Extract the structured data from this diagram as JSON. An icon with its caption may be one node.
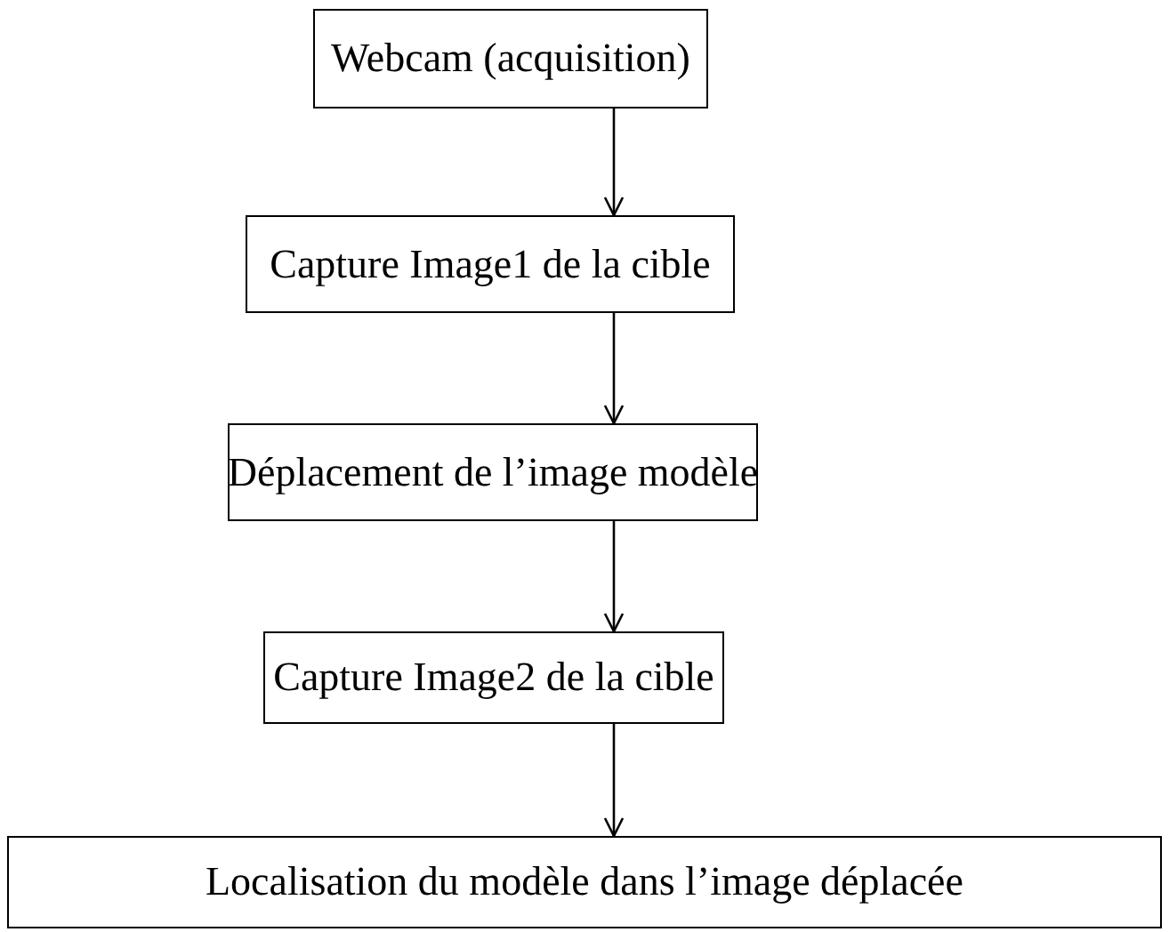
{
  "diagram": {
    "nodes": [
      {
        "text": [
          "Webcam (acquisition)"
        ]
      },
      {
        "text": [
          "Capture Image1 de la cible"
        ]
      },
      {
        "text": [
          "Déplacement de l’image modèle"
        ]
      },
      {
        "text": [
          "Capture Image2 de la cible"
        ]
      },
      {
        "text": [
          "Localisation du modèle dans l’image déplacée"
        ]
      }
    ],
    "edges": [
      {
        "from": 0,
        "to": 1,
        "arrow": "to"
      },
      {
        "from": 1,
        "to": 2,
        "arrow": "to"
      },
      {
        "from": 2,
        "to": 3,
        "arrow": "to"
      },
      {
        "from": 3,
        "to": 4,
        "arrow": "to"
      }
    ]
  }
}
